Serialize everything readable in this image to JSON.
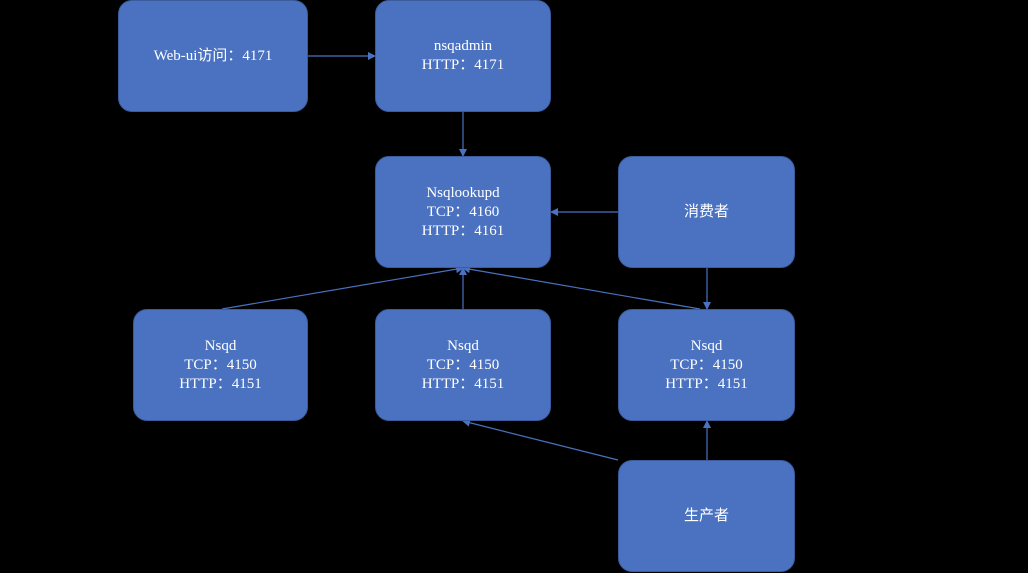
{
  "colors": {
    "background": "#000000",
    "node_fill": "#4A72C0",
    "node_border": "#3A5C9E",
    "node_text": "#FFFFFF",
    "edge": "#4A72C0"
  },
  "nodes": {
    "webui": {
      "lines": [
        "Web-ui访问：4171"
      ]
    },
    "nsqadmin": {
      "lines": [
        "nsqadmin",
        "HTTP：4171"
      ]
    },
    "nsqlookupd": {
      "lines": [
        "Nsqlookupd",
        "TCP：4160",
        "HTTP：4161"
      ]
    },
    "consumer": {
      "lines": [
        "消费者"
      ]
    },
    "nsqd1": {
      "lines": [
        "Nsqd",
        "TCP：4150",
        "HTTP：4151"
      ]
    },
    "nsqd2": {
      "lines": [
        "Nsqd",
        "TCP：4150",
        "HTTP：4151"
      ]
    },
    "nsqd3": {
      "lines": [
        "Nsqd",
        "TCP：4150",
        "HTTP：4151"
      ]
    },
    "producer": {
      "lines": [
        "生产者"
      ]
    }
  },
  "edges": [
    {
      "from": "webui",
      "to": "nsqadmin"
    },
    {
      "from": "nsqadmin",
      "to": "nsqlookupd"
    },
    {
      "from": "consumer",
      "to": "nsqlookupd"
    },
    {
      "from": "consumer",
      "to": "nsqd3"
    },
    {
      "from": "nsqd1",
      "to": "nsqlookupd"
    },
    {
      "from": "nsqd2",
      "to": "nsqlookupd"
    },
    {
      "from": "nsqd3",
      "to": "nsqlookupd"
    },
    {
      "from": "producer",
      "to": "nsqd2"
    },
    {
      "from": "producer",
      "to": "nsqd3"
    }
  ]
}
